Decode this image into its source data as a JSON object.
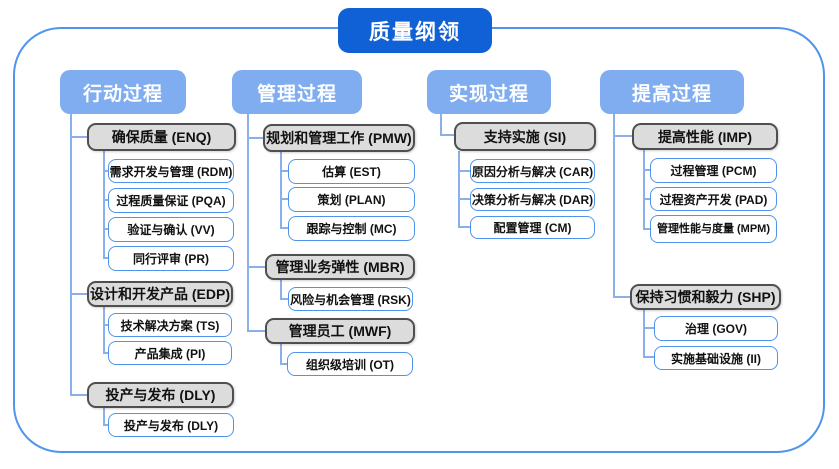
{
  "title": "质量纲领",
  "columns": [
    {
      "header": "行动过程",
      "groups": [
        {
          "label": "确保质量 (ENQ)",
          "children": [
            "需求开发与管理 (RDM)",
            "过程质量保证 (PQA)",
            "验证与确认 (VV)",
            "同行评审 (PR)"
          ]
        },
        {
          "label": "设计和开发产品 (EDP)",
          "children": [
            "技术解决方案 (TS)",
            "产品集成 (PI)"
          ]
        },
        {
          "label": "投产与发布 (DLY)",
          "children": [
            "投产与发布 (DLY)"
          ]
        }
      ]
    },
    {
      "header": "管理过程",
      "groups": [
        {
          "label": "规划和管理工作 (PMW)",
          "children": [
            "估算 (EST)",
            "策划 (PLAN)",
            "跟踪与控制 (MC)"
          ]
        },
        {
          "label": "管理业务弹性 (MBR)",
          "children": [
            "风险与机会管理 (RSK)"
          ]
        },
        {
          "label": "管理员工 (MWF)",
          "children": [
            "组织级培训 (OT)"
          ]
        }
      ]
    },
    {
      "header": "实现过程",
      "groups": [
        {
          "label": "支持实施 (SI)",
          "children": [
            "原因分析与解决 (CAR)",
            "决策分析与解决 (DAR)",
            "配置管理 (CM)"
          ]
        }
      ]
    },
    {
      "header": "提高过程",
      "groups": [
        {
          "label": "提高性能 (IMP)",
          "children": [
            "过程管理 (PCM)",
            "过程资产开发 (PAD)",
            "管理性能与度量 (MPM)"
          ]
        },
        {
          "label": "保持习惯和毅力 (SHP)",
          "children": [
            "治理 (GOV)",
            "实施基础设施 (II)"
          ]
        }
      ]
    }
  ],
  "colors": {
    "titleBg": "#1161d6",
    "headerBg": "#80acf0",
    "nodeBorder": "#4e94ec",
    "frameBorder": "#4f95ea",
    "connector": "#8ab0ec",
    "grayFill": "#dcdcdc",
    "grayBorder": "#4f4f4f",
    "text": "#111111"
  }
}
